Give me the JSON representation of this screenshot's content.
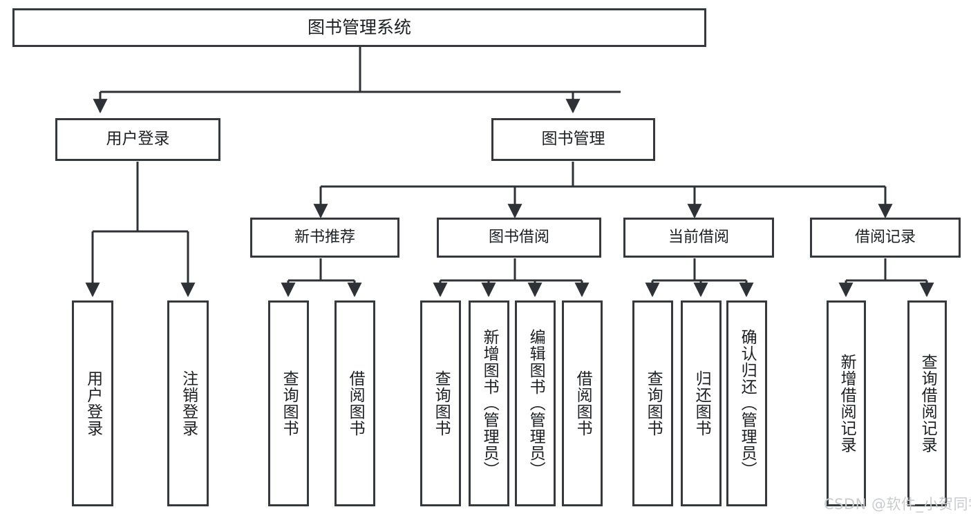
{
  "diagram": {
    "type": "tree-hierarchy",
    "title": "图书管理系统",
    "watermark": "CSDN @软件_小贺同学",
    "colors": {
      "box_border": "#35383d",
      "box_fill": "#ffffff",
      "connector": "#2e3135",
      "text": "#1d2023",
      "watermark": "#c9cbcd",
      "background": "#ffffff"
    },
    "nodes": {
      "root": {
        "label": "图书管理系统"
      },
      "level1": [
        {
          "id": "user-login",
          "label": "用户登录"
        },
        {
          "id": "book-management",
          "label": "图书管理"
        }
      ],
      "level2": [
        {
          "id": "new-book-recommend",
          "label": "新书推荐"
        },
        {
          "id": "book-borrow",
          "label": "图书借阅"
        },
        {
          "id": "current-borrow",
          "label": "当前借阅"
        },
        {
          "id": "borrow-record",
          "label": "借阅记录"
        }
      ],
      "leaves": {
        "user_login": [
          {
            "id": "leaf-user-login",
            "label": "用户登录"
          },
          {
            "id": "leaf-logout-login",
            "label": "注销登录"
          }
        ],
        "new_book_recommend": [
          {
            "id": "leaf-query-book-1",
            "label": "查询图书"
          },
          {
            "id": "leaf-borrow-book-1",
            "label": "借阅图书"
          }
        ],
        "book_borrow": [
          {
            "id": "leaf-query-book-2",
            "label": "查询图书"
          },
          {
            "id": "leaf-add-book",
            "label": "新增图书（管理员）"
          },
          {
            "id": "leaf-edit-book",
            "label": "编辑图书（管理员）"
          },
          {
            "id": "leaf-borrow-book-2",
            "label": "借阅图书"
          }
        ],
        "current_borrow": [
          {
            "id": "leaf-query-book-3",
            "label": "查询图书"
          },
          {
            "id": "leaf-return-book",
            "label": "归还图书"
          },
          {
            "id": "leaf-confirm-return",
            "label": "确认归还（管理员）"
          }
        ],
        "borrow_record": [
          {
            "id": "leaf-add-borrow-record",
            "label": "新增借阅记录"
          },
          {
            "id": "leaf-query-borrow-record",
            "label": "查询借阅记录"
          }
        ]
      }
    }
  }
}
